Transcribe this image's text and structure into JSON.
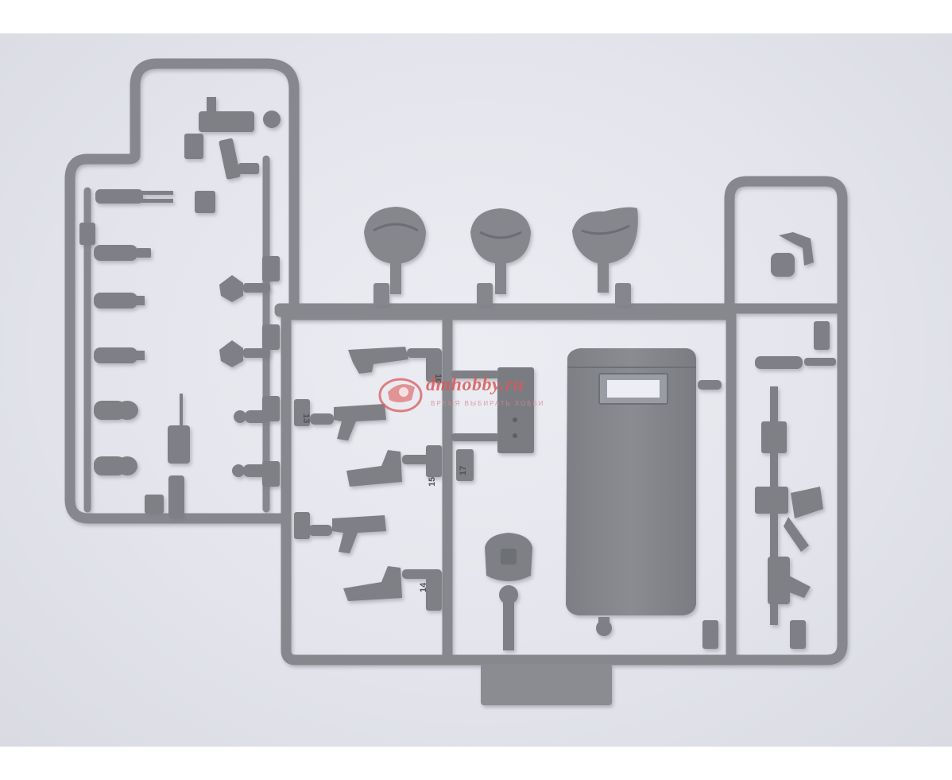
{
  "scene": {
    "subject": "grey-plastic-model-kit-sprue",
    "background_color": "#e6e7ee",
    "plastic_color": "#85878d",
    "plastic_highlight": "#9c9ea4",
    "plastic_shadow": "#65676c"
  },
  "part_numbers": {
    "p13": "13",
    "p14": "14",
    "p15": "15",
    "p16": "16",
    "p17": "17"
  },
  "watermark": {
    "name": "dmhobby.ru",
    "tagline": "ВРЕМЯ ВЫБИРАТЬ ХОББИ",
    "color": "#d85a5a",
    "logo_icon": "camera-lens-icon"
  }
}
